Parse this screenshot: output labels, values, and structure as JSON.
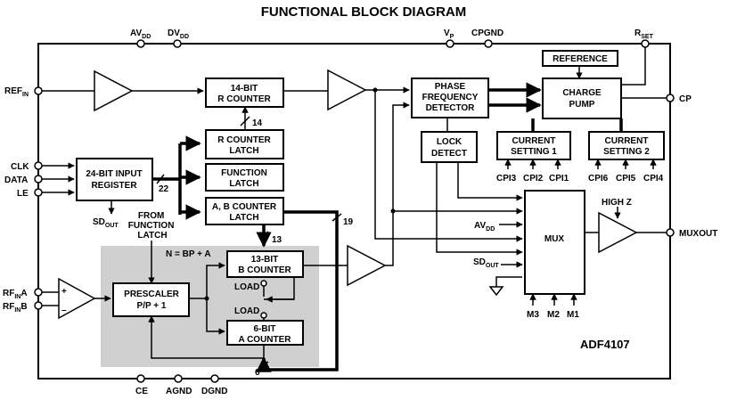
{
  "title": "FUNCTIONAL BLOCK DIAGRAM",
  "part_number": "ADF4107",
  "top_pins": {
    "avdd": {
      "main": "AV",
      "sub": "DD"
    },
    "dvdd": {
      "main": "DV",
      "sub": "DD"
    },
    "vp": {
      "main": "V",
      "sub": "P"
    },
    "cpgnd": "CPGND",
    "rset": {
      "main": "R",
      "sub": "SET"
    }
  },
  "left_pins": {
    "refin": {
      "main": "REF",
      "sub": "IN"
    },
    "clk": "CLK",
    "data": "DATA",
    "le": "LE",
    "rfina": {
      "main": "RF",
      "sub": "IN",
      "suffix": "A"
    },
    "rfinb": {
      "main": "RF",
      "sub": "IN",
      "suffix": "B"
    }
  },
  "right_pins": {
    "cp": "CP",
    "muxout": "MUXOUT"
  },
  "bottom_pins": {
    "ce": "CE",
    "agnd": "AGND",
    "dgnd": "DGND"
  },
  "blocks": {
    "r_counter": [
      "14-BIT",
      "R COUNTER"
    ],
    "r_counter_latch": [
      "R COUNTER",
      "LATCH"
    ],
    "function_latch": [
      "FUNCTION",
      "LATCH"
    ],
    "ab_counter_latch": [
      "A, B COUNTER",
      "LATCH"
    ],
    "input_register": [
      "24-BIT INPUT",
      "REGISTER"
    ],
    "pfd": [
      "PHASE",
      "FREQUENCY",
      "DETECTOR"
    ],
    "lock_detect": [
      "LOCK",
      "DETECT"
    ],
    "reference": "REFERENCE",
    "charge_pump": [
      "CHARGE",
      "PUMP"
    ],
    "current_setting_1": [
      "CURRENT",
      "SETTING 1"
    ],
    "current_setting_2": [
      "CURRENT",
      "SETTING 2"
    ],
    "mux": "MUX",
    "prescaler": [
      "PRESCALER",
      "P/P + 1"
    ],
    "b_counter": [
      "13-BIT",
      "B COUNTER"
    ],
    "a_counter": [
      "6-BIT",
      "A COUNTER"
    ]
  },
  "labels": {
    "bus_14": "14",
    "bus_22": "22",
    "bus_19": "19",
    "bus_13": "13",
    "bus_6": "6",
    "from_function_latch": [
      "FROM",
      "FUNCTION",
      "LATCH"
    ],
    "n_equation": "N = BP + A",
    "load_b": "LOAD",
    "load_a": "LOAD",
    "high_z": "HIGH Z",
    "sdout": {
      "main": "SD",
      "sub": "OUT"
    },
    "mux_avdd": {
      "main": "AV",
      "sub": "DD"
    },
    "mux_sdout": {
      "main": "SD",
      "sub": "OUT"
    },
    "plus": "+",
    "minus": "–"
  },
  "cpi_pins": [
    "CPI3",
    "CPI2",
    "CPI1",
    "CPI6",
    "CPI5",
    "CPI4"
  ],
  "mux_pins": [
    "M3",
    "M2",
    "M1"
  ]
}
